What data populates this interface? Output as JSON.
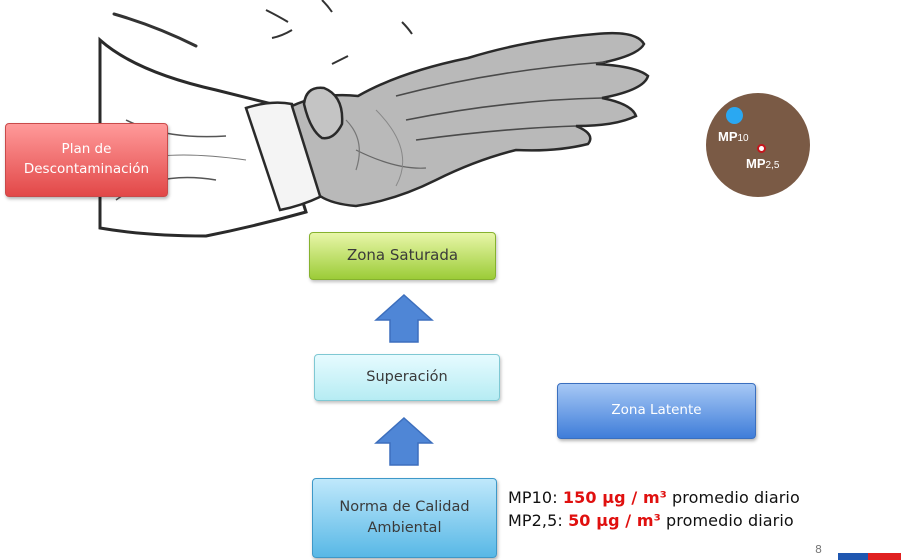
{
  "boxes": {
    "plan": "Plan de\nDescontaminación",
    "zona_saturada": "Zona Saturada",
    "superacion": "Superación",
    "zona_latente": "Zona Latente",
    "norma": "Norma de Calidad\nAmbiental"
  },
  "particles": {
    "mp10_prefix": "MP",
    "mp10_sub": "10",
    "mp25_prefix": "MP",
    "mp25_sub": "2,5",
    "circle_color": "#7a5a45",
    "mp10_dot_color": "#2aa8f2",
    "mp25_dot_color": "#c5161d"
  },
  "standards": [
    {
      "pollutant": "MP10: ",
      "value": "150 µg / m³",
      "period": " promedio diario"
    },
    {
      "pollutant": "MP2,5: ",
      "value": "50 µg / m³",
      "period": " promedio diario"
    }
  ],
  "page_number": "8",
  "colors": {
    "plan": "#e24848",
    "zona_saturada": "#9ccc38",
    "superacion": "#b6ecf3",
    "zona_latente": "#3f7dd9",
    "norma": "#58b8e6",
    "arrow": "#4f86d6",
    "highlight": "#e0100f"
  }
}
